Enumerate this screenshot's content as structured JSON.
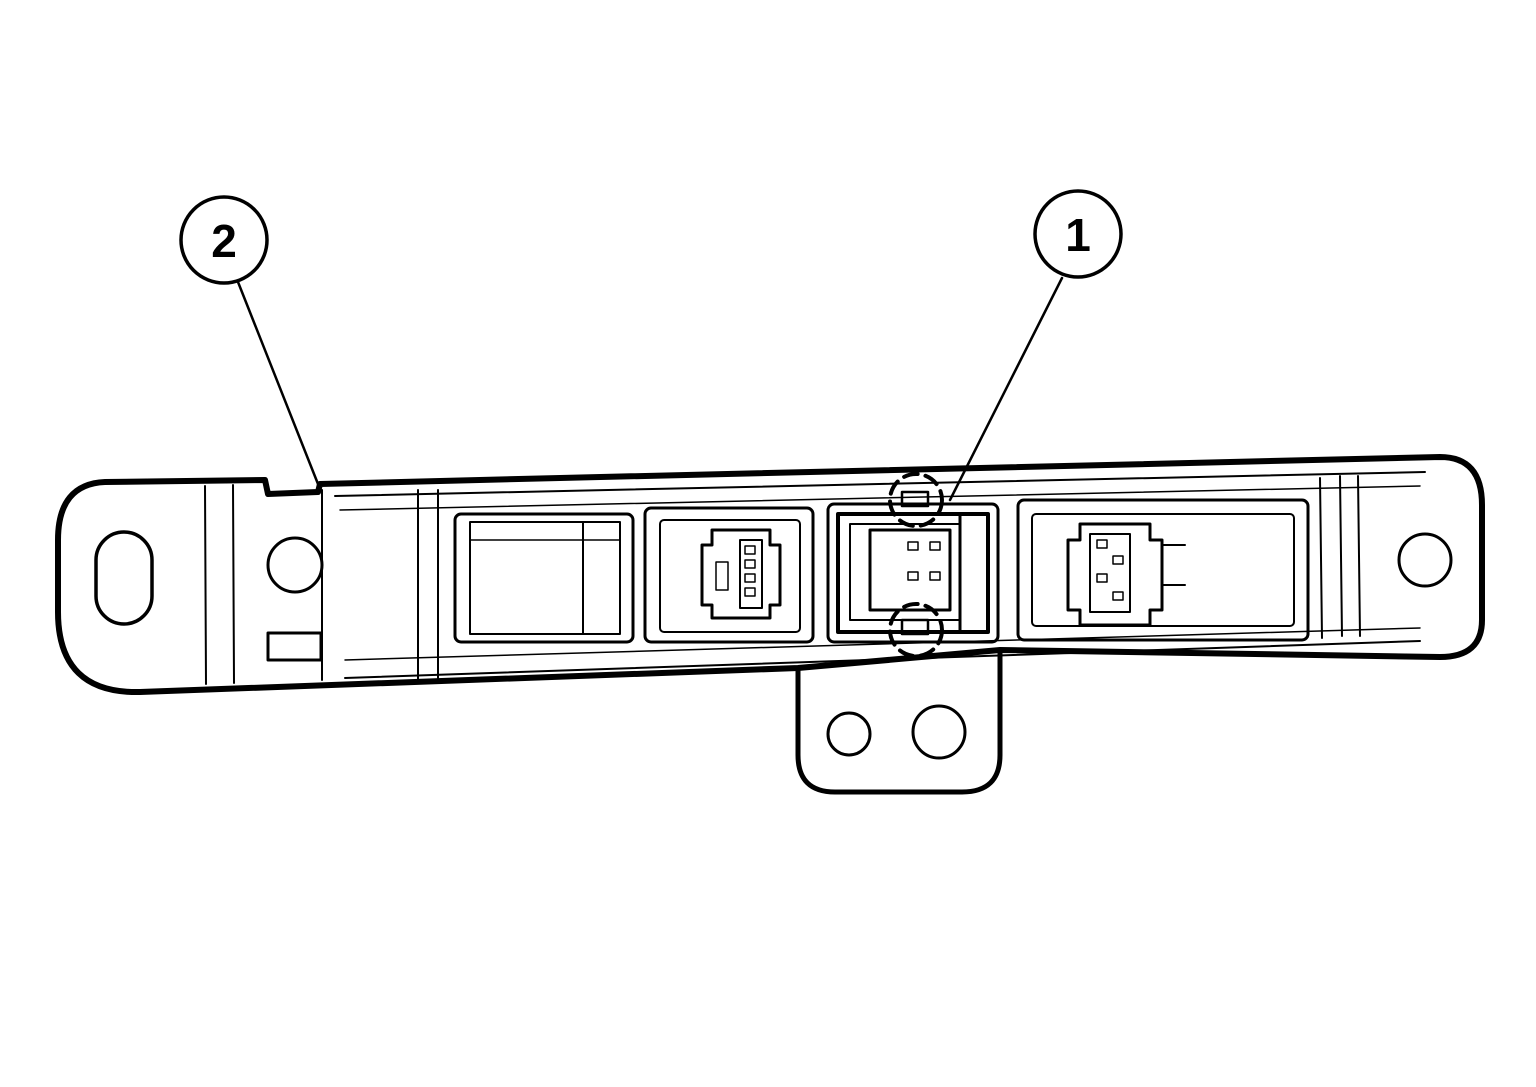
{
  "figure": {
    "line_color": "#000000",
    "background": "#ffffff"
  },
  "callouts": [
    {
      "label": "1",
      "target": "connector-latch-tabs"
    },
    {
      "label": "2",
      "target": "module-bracket"
    }
  ]
}
